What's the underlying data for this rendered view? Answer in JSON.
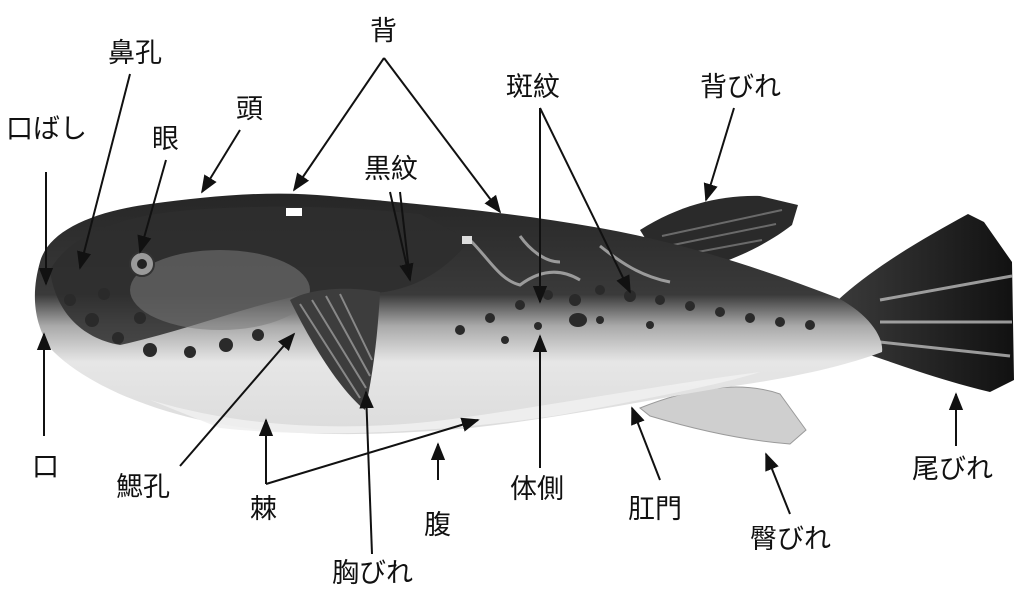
{
  "labels": {
    "mouth_tip": "口ばし",
    "nostril": "鼻孔",
    "eye": "眼",
    "head": "頭",
    "back": "背",
    "black_pattern": "黒紋",
    "spots": "斑紋",
    "dorsal_fin": "背びれ",
    "mouth": "口",
    "gill_opening": "鰓孔",
    "spines": "棘",
    "belly": "腹",
    "pectoral_fin": "胸びれ",
    "flank": "体側",
    "anus": "肛門",
    "anal_fin": "臀びれ",
    "caudal_fin": "尾びれ"
  },
  "colors": {
    "ink": "#111111",
    "dark_skin": "#2b2b2b",
    "mid_skin": "#555555",
    "light_belly": "#e8e8e8",
    "fin_light": "#cfcfcf"
  }
}
